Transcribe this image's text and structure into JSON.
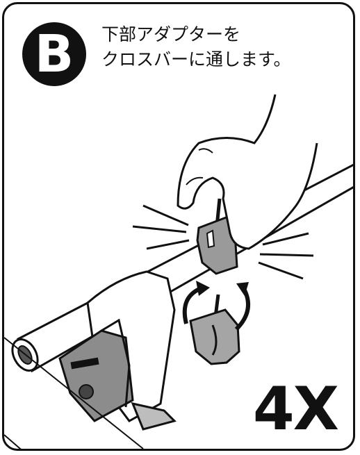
{
  "step": {
    "letter": "B"
  },
  "instruction": {
    "line1": "下部アダプターを",
    "line2": "クロスバーに通します。"
  },
  "quantity": "4X",
  "icons": [
    "hand-icon",
    "rotate-arrows-icon",
    "adapter-icon",
    "crossbar-icon",
    "roof-foot-icon"
  ],
  "colors": {
    "ink": "#111111",
    "adapter_gray": "#9a9a9a",
    "foot_gray": "#8c8c8c",
    "background": "#ffffff"
  }
}
